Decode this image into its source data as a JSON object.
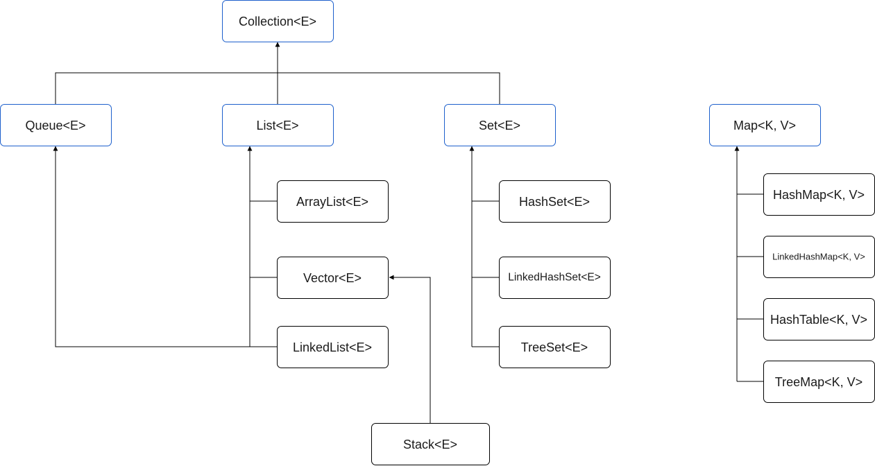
{
  "colors": {
    "interface_border": "#1c5fcc",
    "class_border": "#000000",
    "edge": "#000000",
    "text": "#1a1a1a"
  },
  "nodes": {
    "collection": {
      "label": "Collection<E>",
      "kind": "interface"
    },
    "queue": {
      "label": "Queue<E>",
      "kind": "interface"
    },
    "list": {
      "label": "List<E>",
      "kind": "interface"
    },
    "set": {
      "label": "Set<E>",
      "kind": "interface"
    },
    "map": {
      "label": "Map<K, V>",
      "kind": "interface"
    },
    "arraylist": {
      "label": "ArrayList<E>",
      "kind": "class"
    },
    "vector": {
      "label": "Vector<E>",
      "kind": "class"
    },
    "linkedlist": {
      "label": "LinkedList<E>",
      "kind": "class"
    },
    "stack": {
      "label": "Stack<E>",
      "kind": "class"
    },
    "hashset": {
      "label": "HashSet<E>",
      "kind": "class"
    },
    "linkedhashset": {
      "label": "LinkedHashSet<E>",
      "kind": "class"
    },
    "treeset": {
      "label": "TreeSet<E>",
      "kind": "class"
    },
    "hashmap": {
      "label": "HashMap<K, V>",
      "kind": "class"
    },
    "linkedhashmap": {
      "label": "LinkedHashMap<K, V>",
      "kind": "class"
    },
    "hashtable": {
      "label": "HashTable<K, V>",
      "kind": "class"
    },
    "treemap": {
      "label": "TreeMap<K, V>",
      "kind": "class"
    }
  },
  "edges": [
    {
      "from": "queue",
      "to": "collection"
    },
    {
      "from": "list",
      "to": "collection"
    },
    {
      "from": "set",
      "to": "collection"
    },
    {
      "from": "arraylist",
      "to": "list"
    },
    {
      "from": "vector",
      "to": "list"
    },
    {
      "from": "linkedlist",
      "to": "list"
    },
    {
      "from": "linkedlist",
      "to": "queue"
    },
    {
      "from": "stack",
      "to": "vector"
    },
    {
      "from": "hashset",
      "to": "set"
    },
    {
      "from": "linkedhashset",
      "to": "set"
    },
    {
      "from": "treeset",
      "to": "set"
    },
    {
      "from": "hashmap",
      "to": "map"
    },
    {
      "from": "linkedhashmap",
      "to": "map"
    },
    {
      "from": "hashtable",
      "to": "map"
    },
    {
      "from": "treemap",
      "to": "map"
    }
  ]
}
